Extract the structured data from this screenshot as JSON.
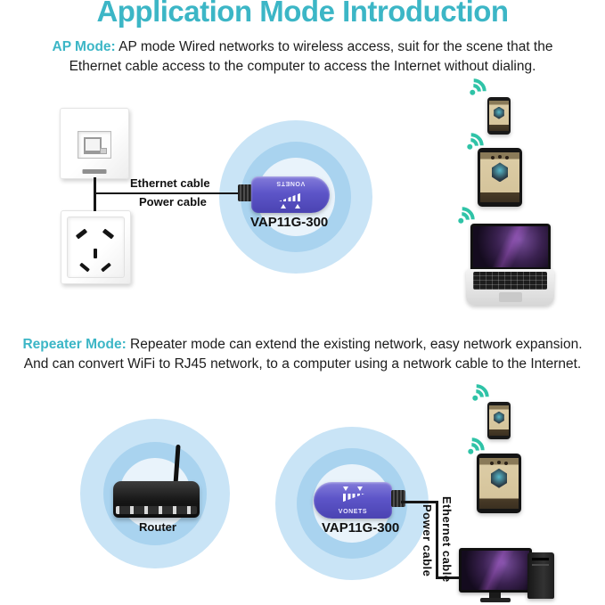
{
  "title": "Application Mode Introduction",
  "ap": {
    "mode_label": "AP Mode:",
    "desc_line1": "AP mode Wired networks to wireless access, suit for the scene that the",
    "desc_line2": "Ethernet cable access to the computer to access the Internet without dialing.",
    "ethernet_cable": "Ethernet cable",
    "power_cable": "Power cable",
    "device_name": "VAP11G-300",
    "device_brand": "VONETS"
  },
  "repeater": {
    "mode_label": "Repeater Mode:",
    "desc_line1": "Repeater mode can extend the existing network, easy network expansion.",
    "desc_line2": "And can convert WiFi to RJ45 network, to a computer using a network cable to the Internet.",
    "router_label": "Router",
    "device_name": "VAP11G-300",
    "device_brand": "VONETS",
    "ethernet_cable": "Ethernet cable",
    "power_cable": "Power cable"
  },
  "colors": {
    "title_teal": "#3cb6c6",
    "wifi_icon_teal": "#2fc3a7",
    "device_purple": "#5d55c8",
    "coverage_outer": "#c9e4f6",
    "coverage_mid": "#a9d3ef",
    "coverage_inner": "#e9f3fb"
  }
}
